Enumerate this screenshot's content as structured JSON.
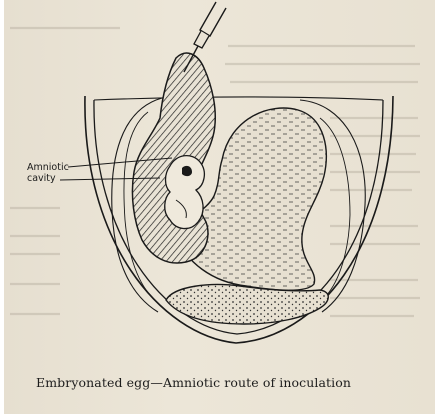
{
  "labels": {
    "amniotic_line1": "Amniotic",
    "amniotic_line2": "cavity"
  },
  "caption": "Embryonated egg—Amniotic route of inoculation",
  "colors": {
    "paper": "#e9e3d5",
    "ink": "#1a1a1a",
    "bleed_text": "#a79f92"
  }
}
